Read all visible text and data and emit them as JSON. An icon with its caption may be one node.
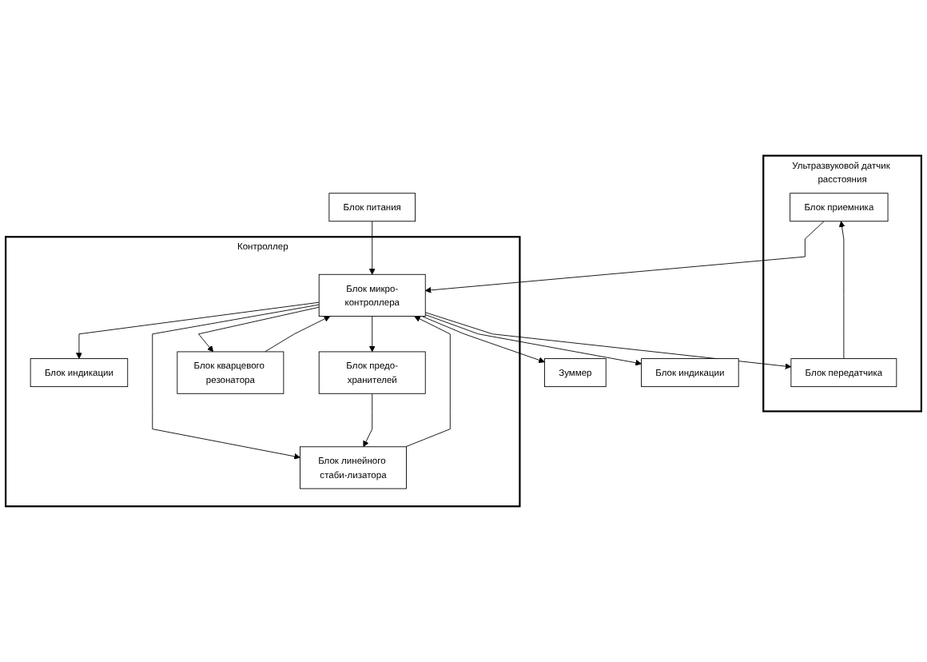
{
  "diagram": {
    "nodes": [
      {
        "text": [
          "Ультразвуковой датчик расстояния"
        ]
      },
      {
        "text": [
          "Блок приемника"
        ],
        "in": 0
      },
      {
        "text": [
          "Блок передатчика"
        ],
        "in": 0
      },
      {
        "text": [
          "Контроллер"
        ]
      },
      {
        "text": [
          "Блок индикации"
        ],
        "in": 3
      },
      {
        "text": [
          "Блок предо-хранителей"
        ],
        "in": 3
      },
      {
        "text": [
          "Блок микро-контроллера"
        ],
        "in": 3
      },
      {
        "text": [
          "Блок кварцевого резонатора"
        ],
        "in": 3
      },
      {
        "text": [
          "Блок линейного стаби-лизатора"
        ],
        "in": 3
      },
      {
        "text": [
          "Блок питания"
        ]
      },
      {
        "text": [
          "Зуммер"
        ]
      },
      {
        "text": [
          "Блок индикации"
        ]
      }
    ],
    "edges": [
      {
        "from": 2,
        "to": 1,
        "arrow": "to"
      },
      {
        "from": 1,
        "to": 6,
        "arrow": "to"
      },
      {
        "from": 6,
        "to": 2,
        "arrow": "to"
      },
      {
        "from": 6,
        "to": 4,
        "arrow": "to"
      },
      {
        "from": 6,
        "to": 5,
        "arrow": "to"
      },
      {
        "from": 6,
        "to": 8,
        "arrow": "to"
      },
      {
        "from": 5,
        "to": 8,
        "arrow": "to"
      },
      {
        "from": 8,
        "to": 6,
        "arrow": "to"
      },
      {
        "from": 6,
        "to": 7,
        "arrow": "to"
      },
      {
        "from": 7,
        "to": 6,
        "arrow": "to"
      },
      {
        "from": 6,
        "to": 10,
        "arrow": "to"
      },
      {
        "from": 6,
        "to": 11,
        "arrow": "to"
      },
      {
        "from": 9,
        "to": 6,
        "arrow": "to"
      }
    ]
  }
}
